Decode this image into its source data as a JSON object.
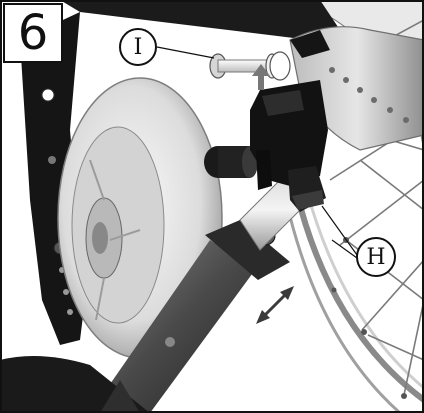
{
  "figure": {
    "step_number": "6",
    "callouts": [
      {
        "id": "I",
        "label": "I"
      },
      {
        "id": "H",
        "label": "H"
      }
    ],
    "colors": {
      "black_parts": "#151515",
      "wheel_light": "#e4e4e4",
      "tube_grey": "#9a9a9a",
      "background": "#ffffff"
    }
  }
}
